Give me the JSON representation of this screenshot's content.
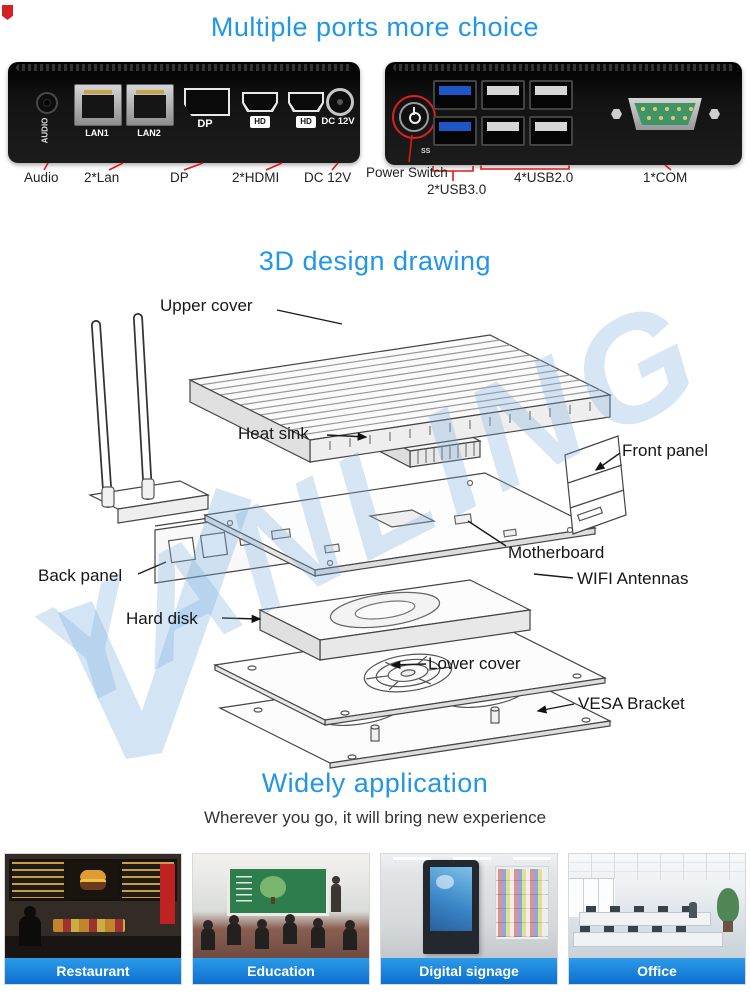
{
  "colors": {
    "heading_blue": "#1f96e6",
    "annotation_red": "#e02020",
    "caption_gradient_top": "#2b9be8",
    "caption_gradient_bottom": "#0e6fcf",
    "usb3_blue": "#1e56c8",
    "com_green": "#3f9468"
  },
  "ports": {
    "title": "Multiple ports more choice",
    "left_device": {
      "audio_jack_label": "AUDIO",
      "lan1_label": "LAN1",
      "lan2_label": "LAN2",
      "dp_label": "DP",
      "hdmi_badge": "HD",
      "dc_label": "DC 12V",
      "callouts": [
        "Audio",
        "2*Lan",
        "DP",
        "2*HDMI",
        "DC 12V"
      ]
    },
    "right_device": {
      "usb3_marking": "SS",
      "callouts": [
        "Power Switch",
        "2*USB3.0",
        "4*USB2.0",
        "1*COM"
      ]
    }
  },
  "design": {
    "title": "3D design drawing",
    "watermark": "YANLING",
    "callouts": [
      "Upper cover",
      "Heat sink",
      "Front panel",
      "Motherboard",
      "Back panel",
      "WIFI Antennas",
      "Hard disk",
      "Lower cover",
      "VESA Bracket"
    ]
  },
  "apps": {
    "title": "Widely application",
    "subtitle": "Wherever you go, it will bring new experience",
    "cards": [
      {
        "label": "Restaurant"
      },
      {
        "label": "Education"
      },
      {
        "label": "Digital signage"
      },
      {
        "label": "Office"
      }
    ]
  }
}
